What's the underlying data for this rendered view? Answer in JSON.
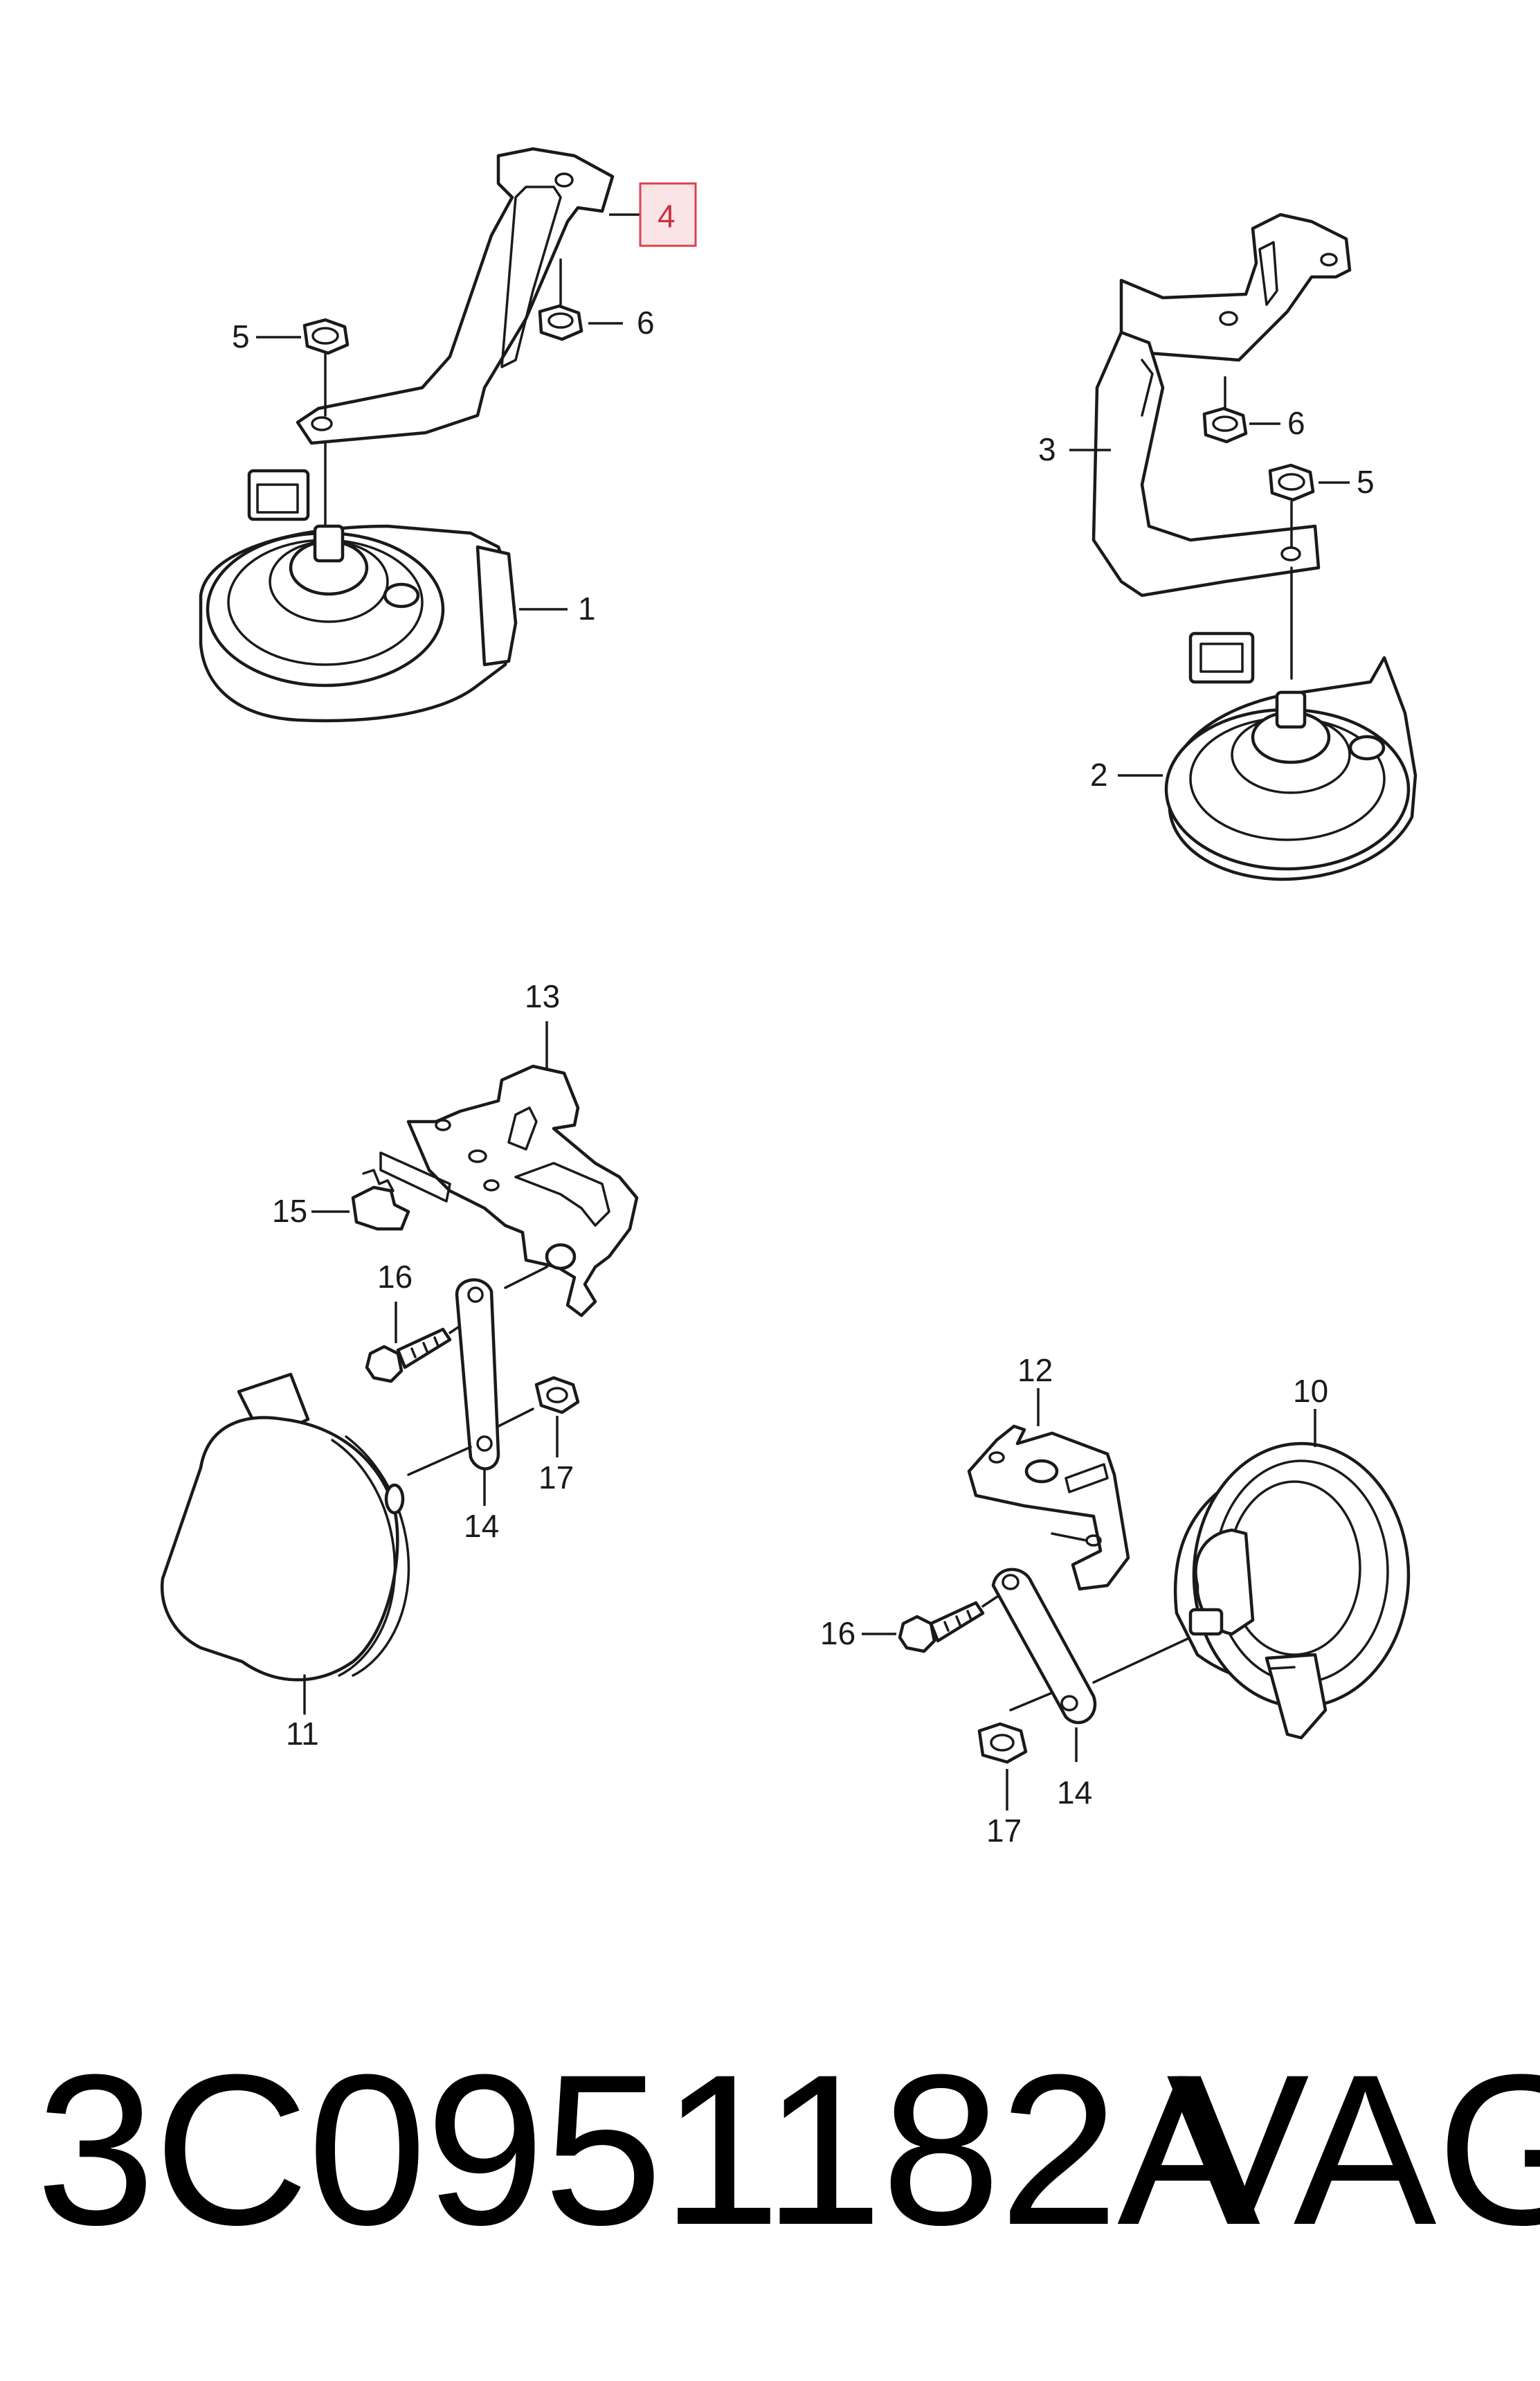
{
  "callouts": {
    "c1": "1",
    "c2": "2",
    "c3": "3",
    "c4": "4",
    "c5": "5",
    "c6": "6",
    "c10": "10",
    "c11": "11",
    "c12": "12",
    "c13": "13",
    "c14": "14",
    "c15": "15",
    "c16": "16",
    "c17": "17"
  },
  "highlight_color": "#d9434f",
  "footer": {
    "part_number": "3C0951182A",
    "brand": "VAG"
  }
}
